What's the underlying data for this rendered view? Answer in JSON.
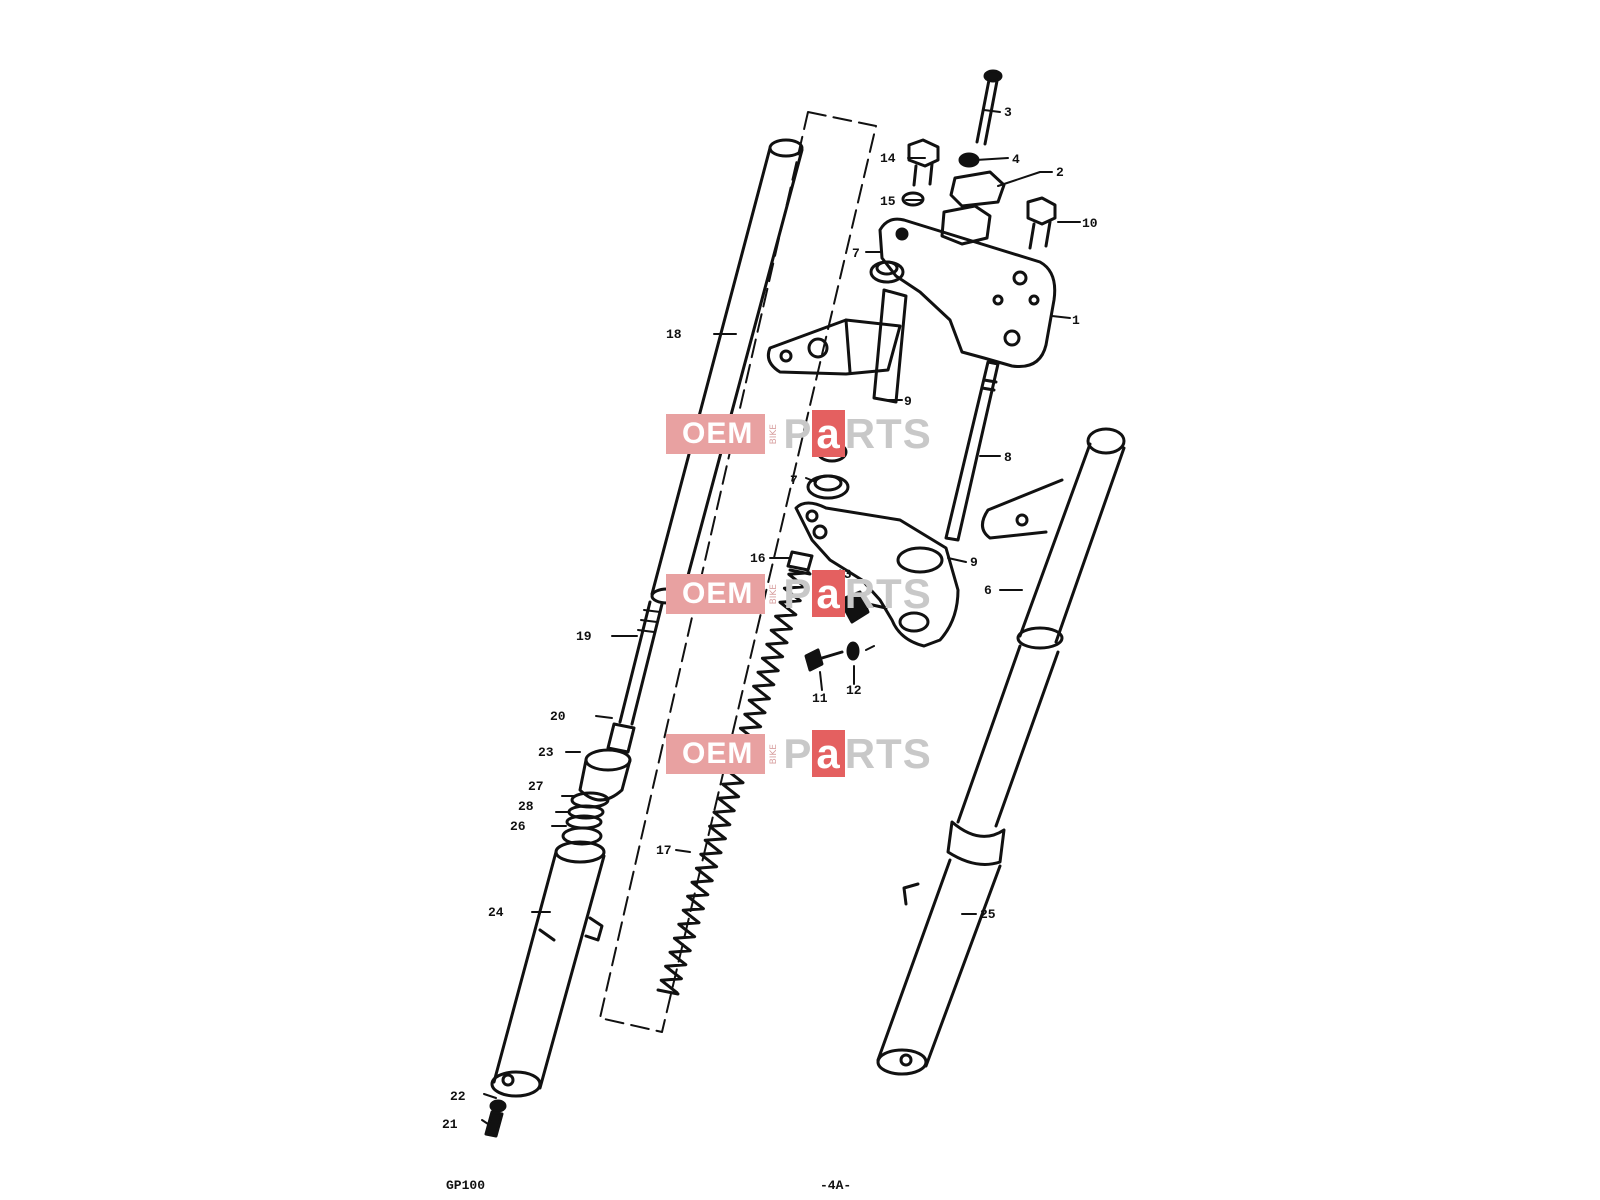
{
  "diagram": {
    "model_label": "GP100",
    "page_label": "-4A-",
    "watermark": {
      "oem": "OEM",
      "bike": "BIKE",
      "parts_p": "P",
      "parts_a": "a",
      "parts_rest": "RTS"
    },
    "callouts": [
      "1",
      "2",
      "3",
      "4",
      "6",
      "7",
      "7",
      "8",
      "9",
      "9",
      "10",
      "11",
      "12",
      "13",
      "14",
      "15",
      "16",
      "17",
      "18",
      "19",
      "20",
      "21",
      "22",
      "23",
      "24",
      "25",
      "26",
      "27",
      "28"
    ]
  }
}
